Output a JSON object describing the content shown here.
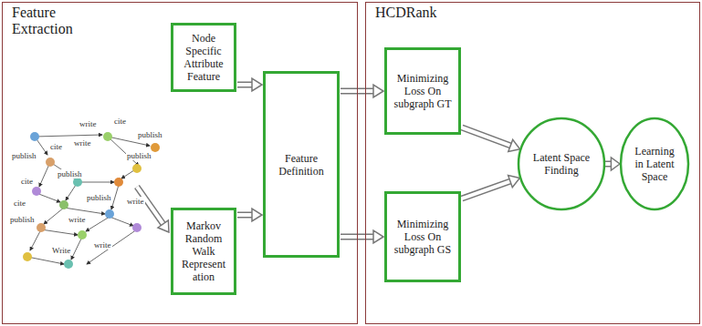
{
  "diagram": {
    "nodes": [
      {
        "text": [
          "Feature Extraction"
        ]
      },
      {
        "text": [
          "HCDRank"
        ]
      },
      {
        "text": [
          "Node Specific Attribute Feature"
        ],
        "in": 0
      },
      {
        "text": [
          "Markov Random Walk Represent ation"
        ],
        "in": 0
      },
      {
        "text": [
          "Feature Definition"
        ],
        "in": 0
      },
      {
        "text": [
          "Minimizing Loss On subgraph GT"
        ],
        "in": 1
      },
      {
        "text": [
          "Minimizing Loss On subgraph GS"
        ],
        "in": 1
      },
      {
        "text": [
          "Latent Space Finding"
        ],
        "in": 1
      },
      {
        "text": [
          "Learning in Latent Space"
        ],
        "in": 1
      }
    ],
    "edges": [
      {
        "from": 2,
        "to": 4,
        "arrow": "to"
      },
      {
        "from": 3,
        "to": 4,
        "arrow": "to"
      },
      {
        "from": 4,
        "to": 5,
        "arrow": "to"
      },
      {
        "from": 4,
        "to": 6,
        "arrow": "to"
      },
      {
        "from": 5,
        "to": 7,
        "arrow": "to"
      },
      {
        "from": 6,
        "to": 7,
        "arrow": "to"
      },
      {
        "from": 7,
        "to": 8,
        "arrow": "to"
      }
    ],
    "labels": [
      "write",
      "cite",
      "publish",
      "write",
      "cite",
      "publish",
      "publish",
      "publish",
      "cite",
      "cite",
      "publish",
      "write",
      "write",
      "publish",
      "write",
      "Write"
    ]
  }
}
